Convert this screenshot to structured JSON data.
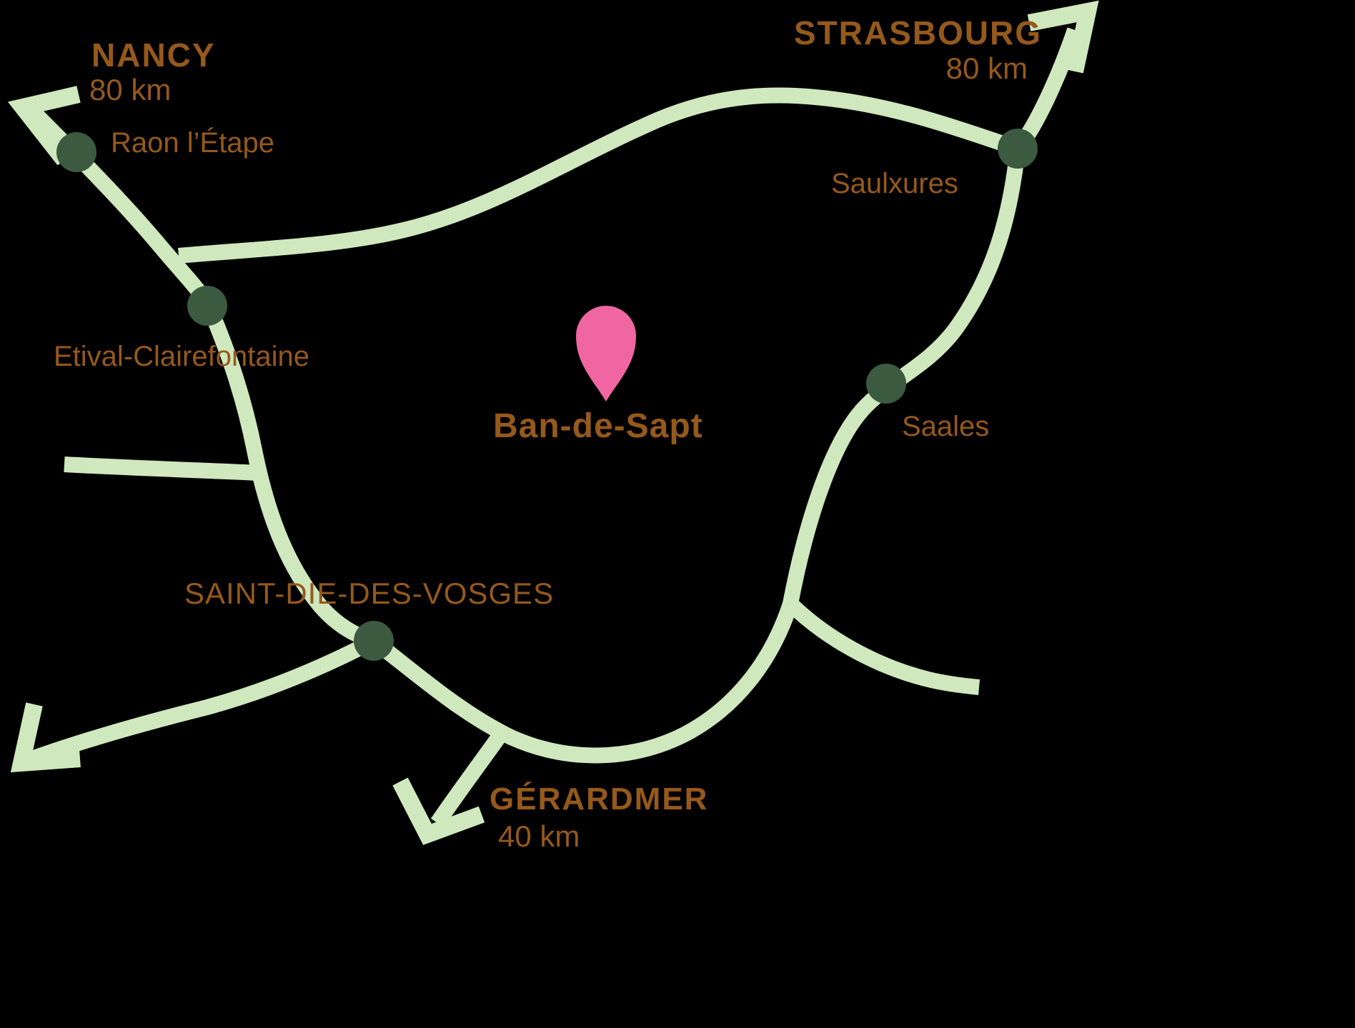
{
  "colors": {
    "background": "#000000",
    "road": "#cfe8bd",
    "node": "#3b5a40",
    "label": "#95591b",
    "pin": "#ef66a3"
  },
  "map": {
    "highlight": {
      "name": "Ban-de-Sapt"
    },
    "destinations": {
      "nancy": {
        "name": "NANCY",
        "distance": "80 km"
      },
      "strasbourg": {
        "name": "STRASBOURG",
        "distance": "80 km"
      },
      "gerardmer": {
        "name": "GÉRARDMER",
        "distance": "40 km"
      }
    },
    "towns": {
      "raon": "Raon l’Étape",
      "saulxures": "Saulxures",
      "etival": "Etival-Clairefontaine",
      "saales": "Saales",
      "saint_die": "SAINT-DIE-DES-VOSGES"
    }
  }
}
